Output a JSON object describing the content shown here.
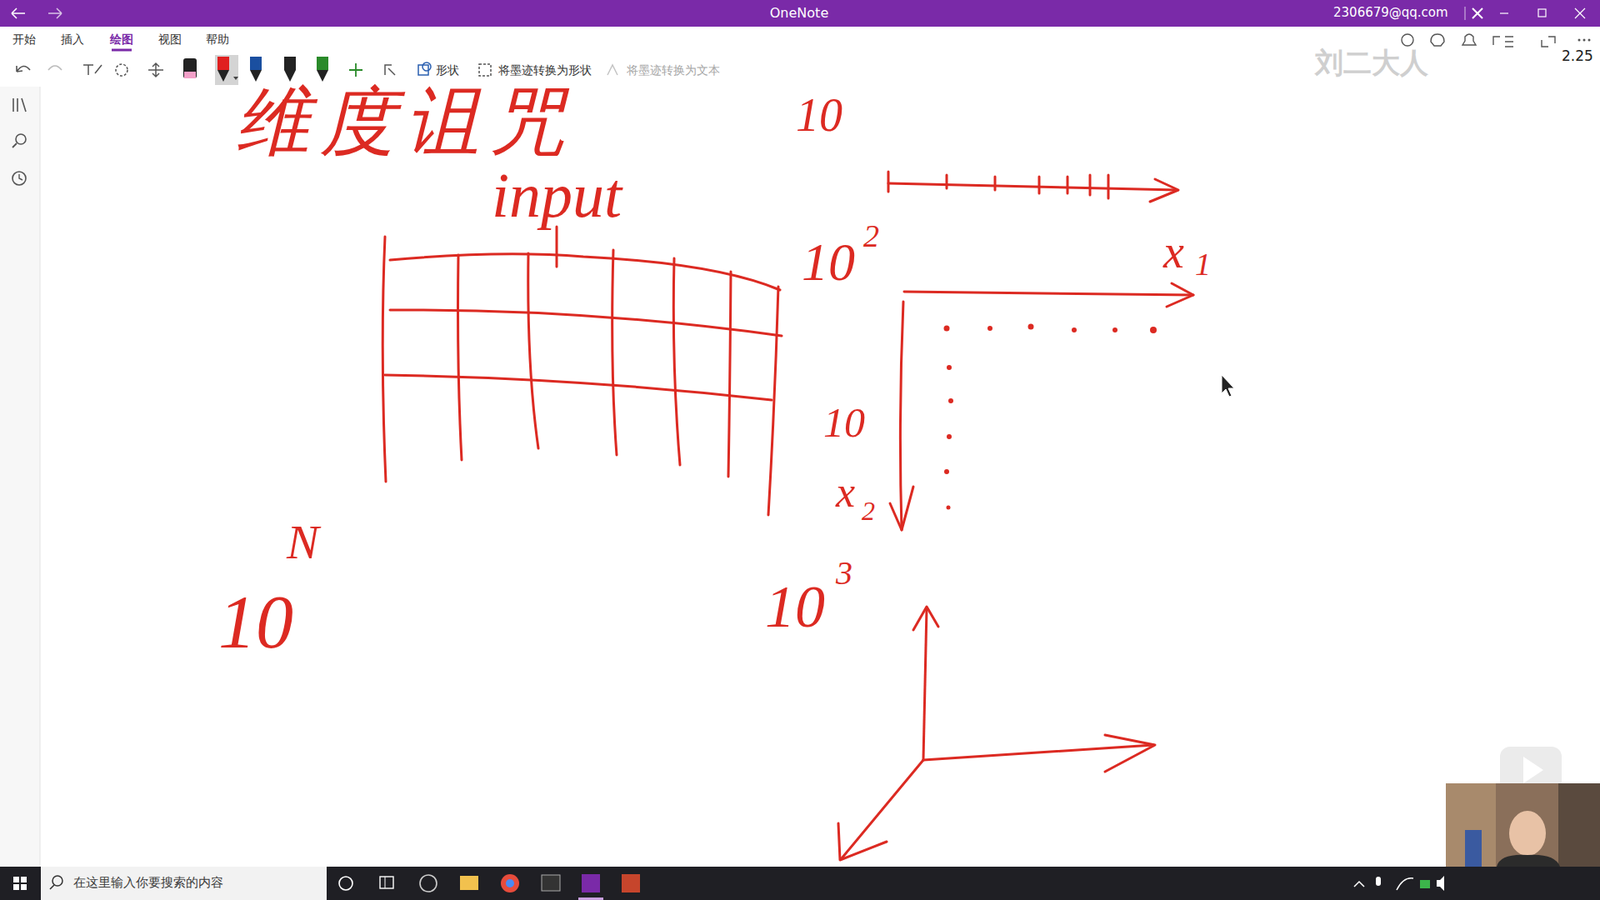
{
  "diagram": {
    "title": "维度诅咒",
    "labels": [
      "OneNote",
      "2306679@qq.com",
      "开始",
      "插入",
      "绘图",
      "视图",
      "帮助",
      "形状",
      "将墨迹转换为形状",
      "将墨迹转换为文本",
      "刘二大人",
      "2.25",
      "input",
      "10",
      "10",
      "2",
      "x",
      "1",
      "10",
      "x",
      "2",
      "10",
      "3",
      "10",
      "N",
      "在这里输入你要搜索的内容"
    ]
  }
}
